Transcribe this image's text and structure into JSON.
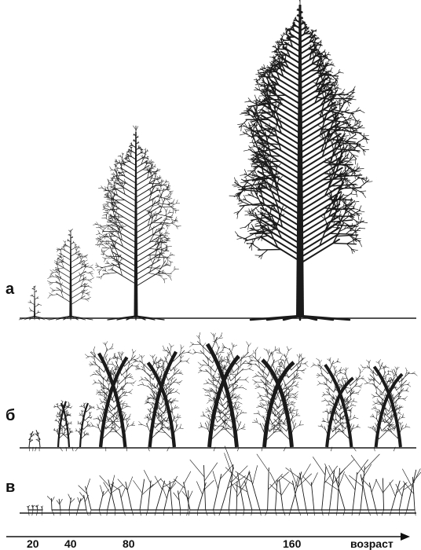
{
  "rows": [
    {
      "letter": "а",
      "form": "upright single-stem tree"
    },
    {
      "letter": "б",
      "form": "lodging bush"
    },
    {
      "letter": "в",
      "form": "creeping mat"
    }
  ],
  "age_axis": {
    "ticks": [
      "20",
      "40",
      "80",
      "160"
    ],
    "unit_label": "возраст"
  },
  "colors": {
    "ink": "#1a1a1a",
    "background": "#ffffff"
  }
}
